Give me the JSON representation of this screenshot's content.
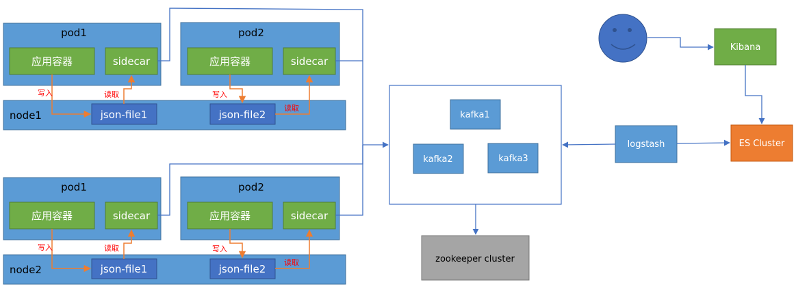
{
  "colors": {
    "node_fill": "#5B9BD5",
    "node_stroke": "#41719C",
    "container_fill": "#70AD47",
    "json_fill": "#4472C4",
    "json_stroke": "#2F528F",
    "kafka_fill": "#5B9BD5",
    "kafka_border": "#4472C4",
    "zk_fill": "#A5A5A5",
    "zk_stroke": "#787878",
    "es_fill": "#ED7D31",
    "es_stroke": "#C55A11",
    "smiley_fill": "#4472C4",
    "blue_arrow": "#4472C4",
    "orange_arrow": "#ED7D31",
    "red_label": "#FF0000",
    "text_white": "#ffffff",
    "text_dark": "#000000"
  },
  "clusters": [
    {
      "node_label": "node1",
      "pods": [
        {
          "label": "pod1",
          "app": "应用容器",
          "sidecar": "sidecar"
        },
        {
          "label": "pod2",
          "app": "应用容器",
          "sidecar": "sidecar"
        }
      ],
      "files": [
        "json-file1",
        "json-file2"
      ],
      "labels": {
        "write": "写入",
        "read": "读取",
        "write2": "写入",
        "read2": "读取"
      }
    },
    {
      "node_label": "node2",
      "pods": [
        {
          "label": "pod1",
          "app": "应用容器",
          "sidecar": "sidecar"
        },
        {
          "label": "pod2",
          "app": "应用容器",
          "sidecar": "sidecar"
        }
      ],
      "files": [
        "json-file1",
        "json-file2"
      ],
      "labels": {
        "write": "写入",
        "read": "读取",
        "write2": "写入",
        "read2": "读取"
      }
    }
  ],
  "kafka": {
    "nodes": [
      "kafka1",
      "kafka2",
      "kafka3"
    ]
  },
  "zookeeper": {
    "label": "zookeeper cluster"
  },
  "logstash": {
    "label": "logstash"
  },
  "es": {
    "label": "ES Cluster"
  },
  "kibana": {
    "label": "Kibana"
  },
  "user": {
    "icon": "smiley-user-icon"
  }
}
